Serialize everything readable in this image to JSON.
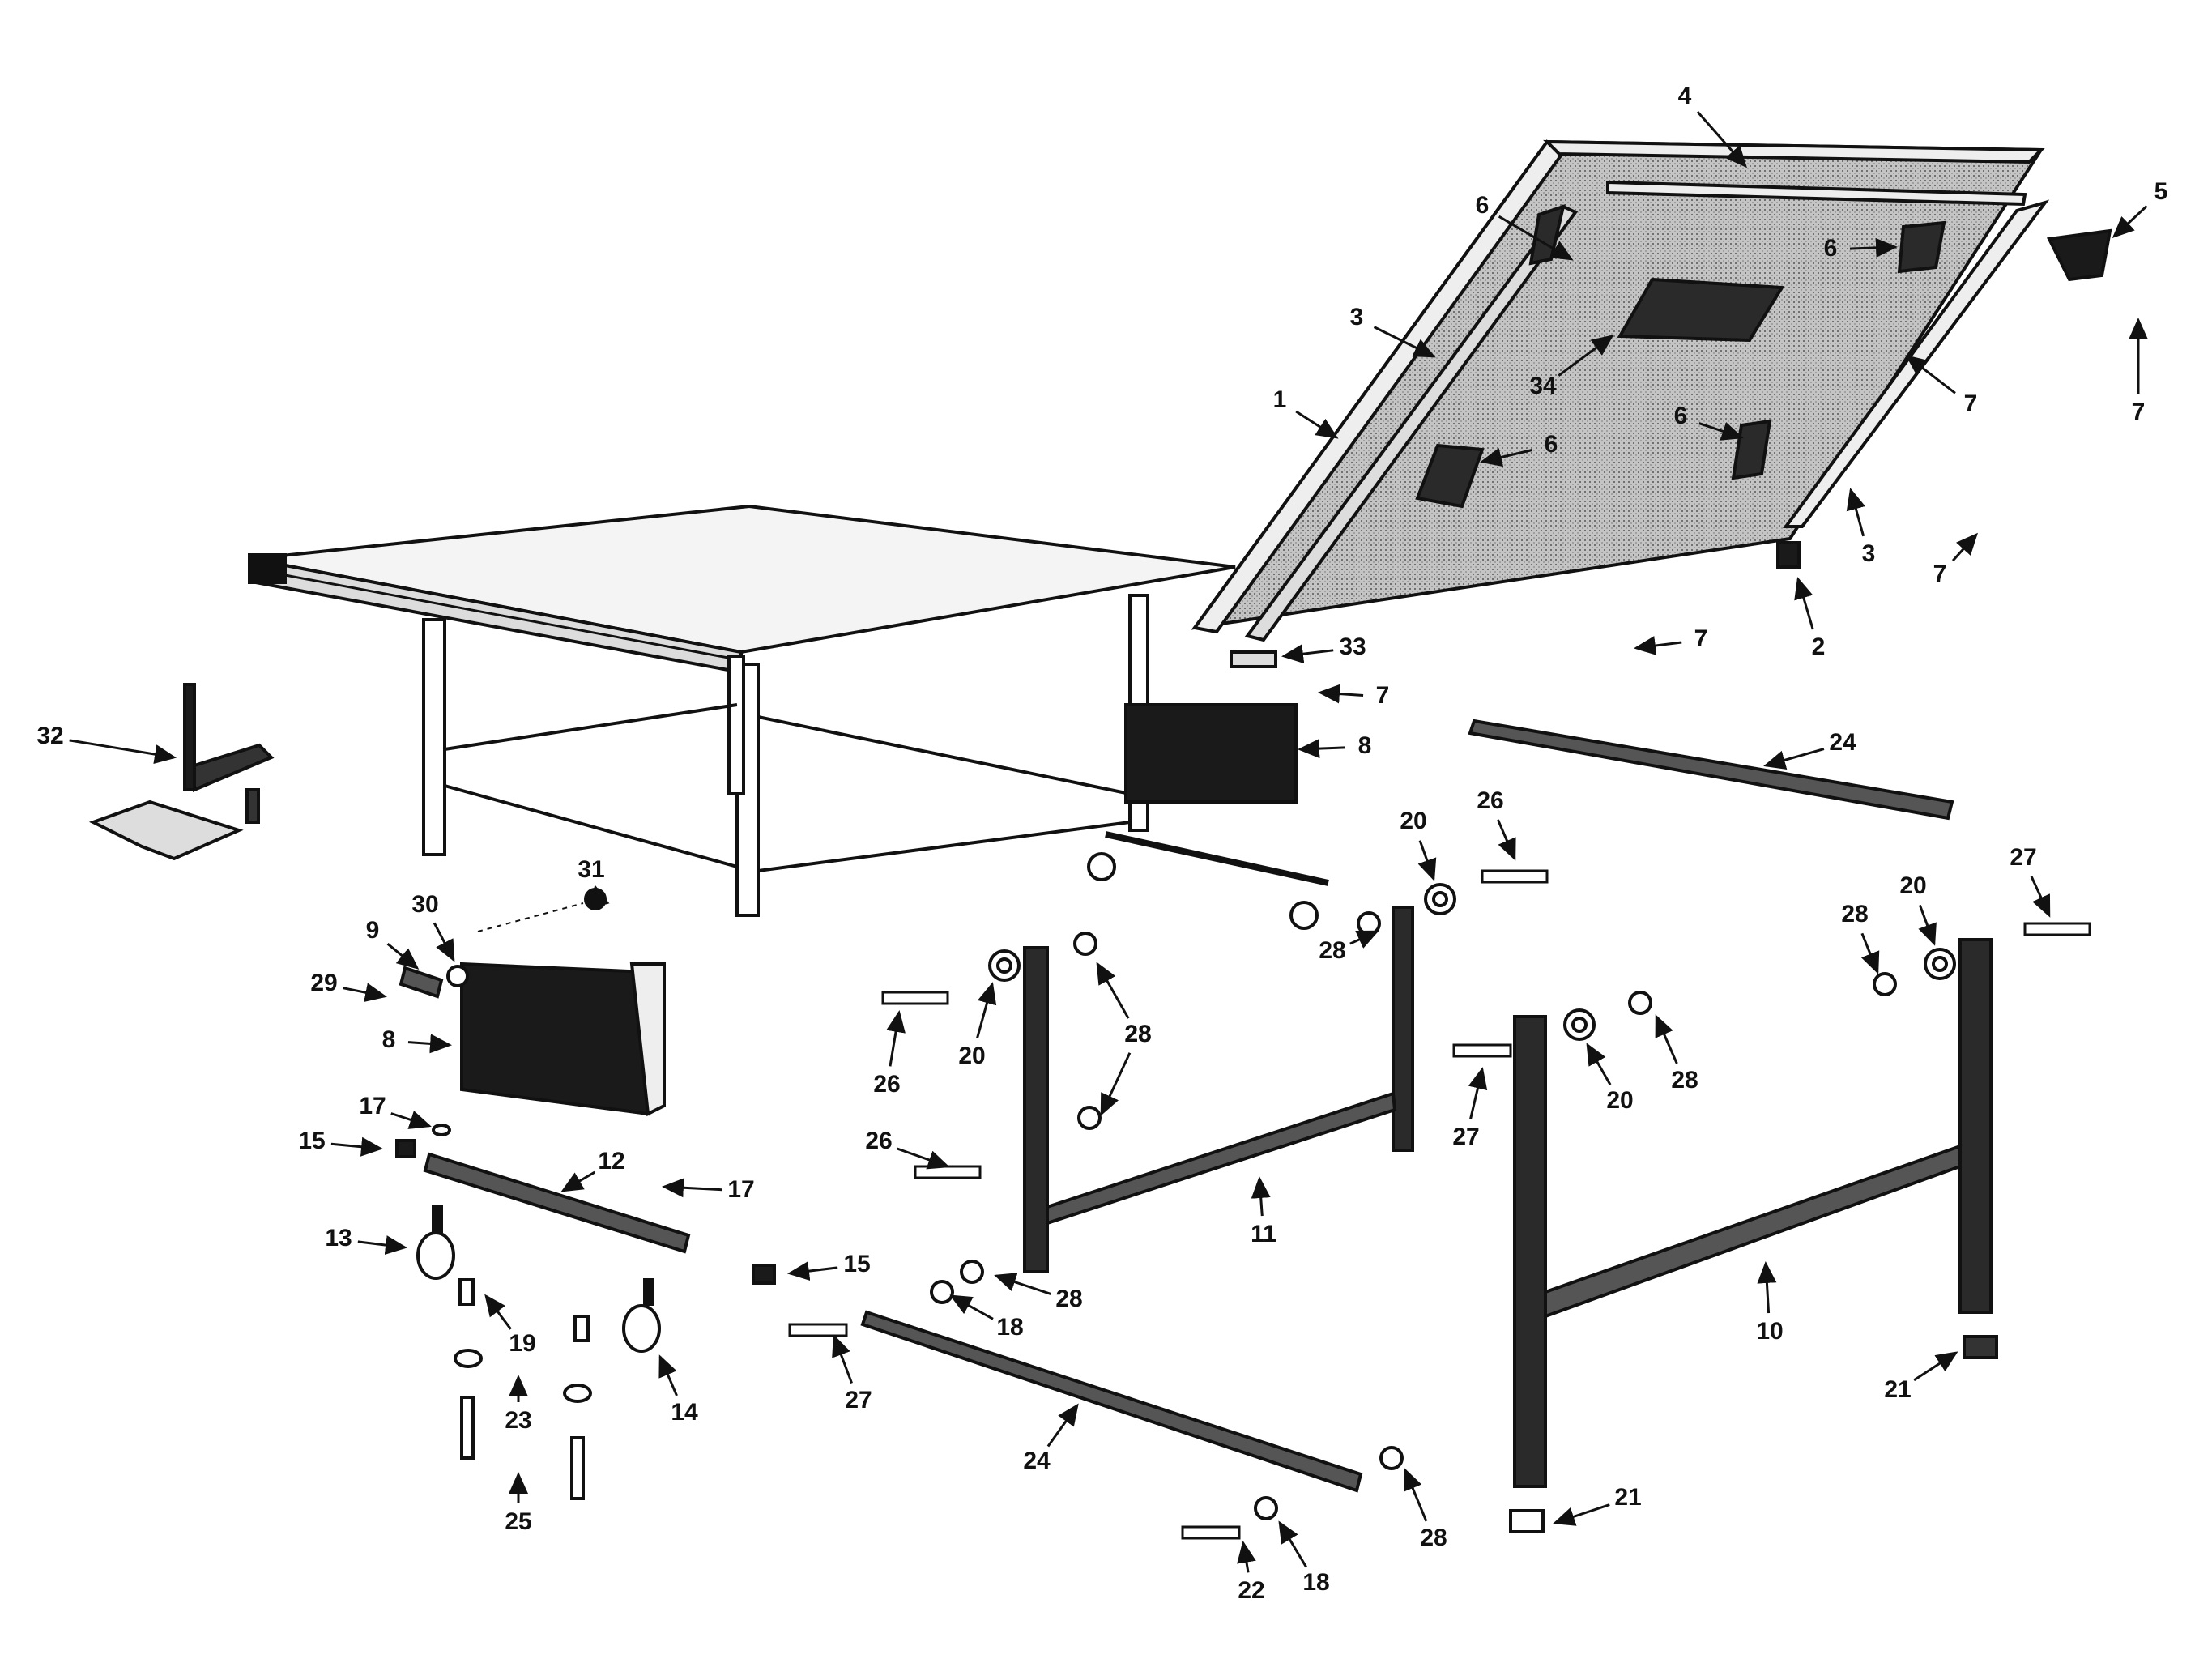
{
  "diagram": {
    "colors": {
      "ink": "#111111",
      "paper": "#ffffff",
      "panel": "#cfcfcf",
      "panel_dark": "#7a7a7a",
      "solid": "#1a1a1a"
    },
    "callouts": [
      {
        "id": "c1",
        "text": "1"
      },
      {
        "id": "c2",
        "text": "2"
      },
      {
        "id": "c3a",
        "text": "3"
      },
      {
        "id": "c3b",
        "text": "3"
      },
      {
        "id": "c4",
        "text": "4"
      },
      {
        "id": "c5",
        "text": "5"
      },
      {
        "id": "c6a",
        "text": "6"
      },
      {
        "id": "c6b",
        "text": "6"
      },
      {
        "id": "c6c",
        "text": "6"
      },
      {
        "id": "c6d",
        "text": "6"
      },
      {
        "id": "c7a",
        "text": "7"
      },
      {
        "id": "c7b",
        "text": "7"
      },
      {
        "id": "c7c",
        "text": "7"
      },
      {
        "id": "c7d",
        "text": "7"
      },
      {
        "id": "c7e",
        "text": "7"
      },
      {
        "id": "c8a",
        "text": "8"
      },
      {
        "id": "c8b",
        "text": "8"
      },
      {
        "id": "c9",
        "text": "9"
      },
      {
        "id": "c10",
        "text": "10"
      },
      {
        "id": "c11",
        "text": "11"
      },
      {
        "id": "c12",
        "text": "12"
      },
      {
        "id": "c13",
        "text": "13"
      },
      {
        "id": "c14",
        "text": "14"
      },
      {
        "id": "c15a",
        "text": "15"
      },
      {
        "id": "c15b",
        "text": "15"
      },
      {
        "id": "c17a",
        "text": "17"
      },
      {
        "id": "c17b",
        "text": "17"
      },
      {
        "id": "c18a",
        "text": "18"
      },
      {
        "id": "c18b",
        "text": "18"
      },
      {
        "id": "c19",
        "text": "19"
      },
      {
        "id": "c20a",
        "text": "20"
      },
      {
        "id": "c20b",
        "text": "20"
      },
      {
        "id": "c20c",
        "text": "20"
      },
      {
        "id": "c20d",
        "text": "20"
      },
      {
        "id": "c21a",
        "text": "21"
      },
      {
        "id": "c21b",
        "text": "21"
      },
      {
        "id": "c22",
        "text": "22"
      },
      {
        "id": "c23",
        "text": "23"
      },
      {
        "id": "c24a",
        "text": "24"
      },
      {
        "id": "c24b",
        "text": "24"
      },
      {
        "id": "c25",
        "text": "25"
      },
      {
        "id": "c26a",
        "text": "26"
      },
      {
        "id": "c26b",
        "text": "26"
      },
      {
        "id": "c26c",
        "text": "26"
      },
      {
        "id": "c27a",
        "text": "27"
      },
      {
        "id": "c27b",
        "text": "27"
      },
      {
        "id": "c27c",
        "text": "27"
      },
      {
        "id": "c28a",
        "text": "28"
      },
      {
        "id": "c28b",
        "text": "28"
      },
      {
        "id": "c28c",
        "text": "28"
      },
      {
        "id": "c28d",
        "text": "28"
      },
      {
        "id": "c28e",
        "text": "28"
      },
      {
        "id": "c28f",
        "text": "28"
      },
      {
        "id": "c28g",
        "text": "28"
      },
      {
        "id": "c29",
        "text": "29"
      },
      {
        "id": "c30",
        "text": "30"
      },
      {
        "id": "c31",
        "text": "31"
      },
      {
        "id": "c32",
        "text": "32"
      },
      {
        "id": "c33",
        "text": "33"
      },
      {
        "id": "c34",
        "text": "34"
      }
    ]
  }
}
